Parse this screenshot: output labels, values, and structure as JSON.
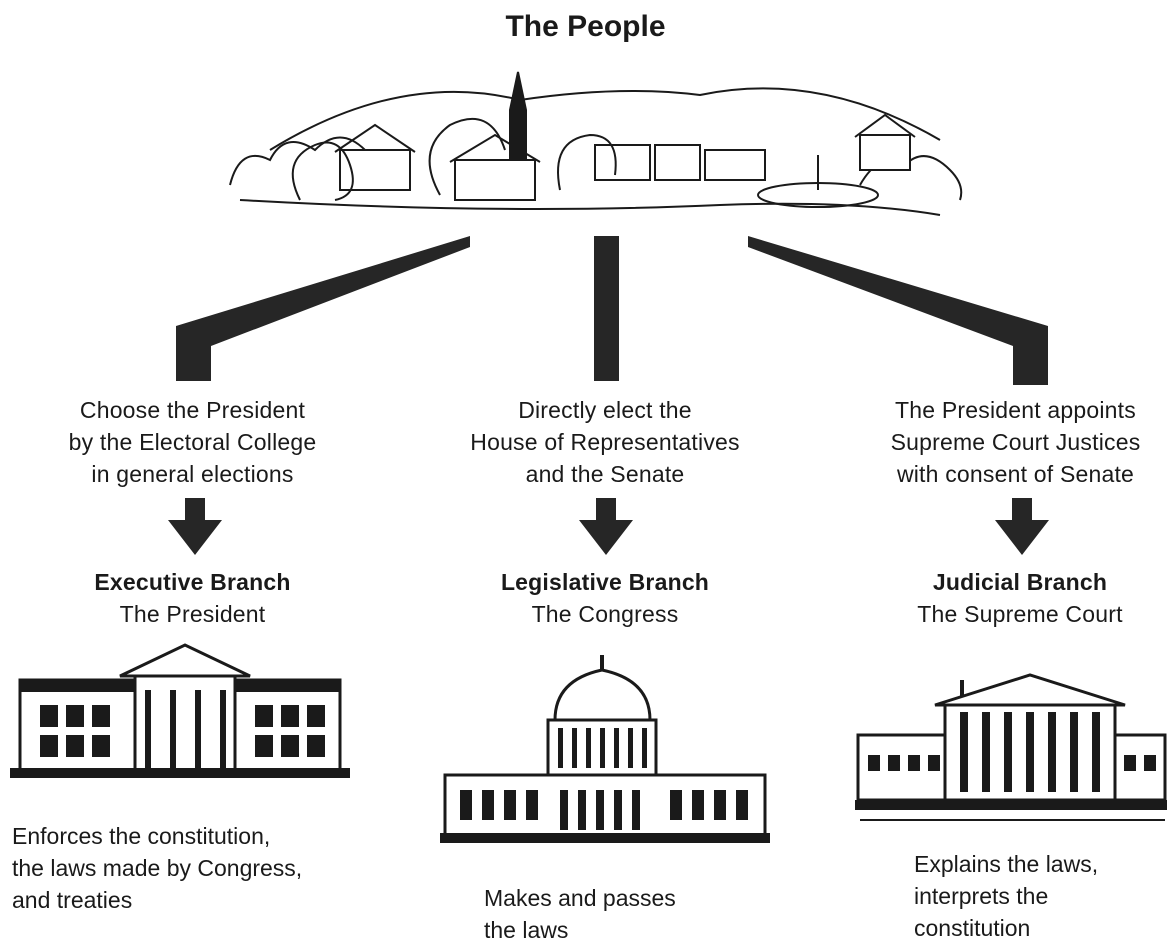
{
  "title": "The People",
  "branches": [
    {
      "selection": [
        "Choose the President",
        "by the Electoral College",
        "in general elections"
      ],
      "name": "Executive Branch",
      "body": "The President",
      "role": [
        "Enforces the constitution,",
        "the laws made by Congress,",
        "and treaties"
      ],
      "icon": "white-house-icon"
    },
    {
      "selection": [
        "Directly elect the",
        "House of Representatives",
        "and the Senate"
      ],
      "name": "Legislative Branch",
      "body": "The Congress",
      "role": [
        "Makes and passes",
        "the laws"
      ],
      "icon": "capitol-icon"
    },
    {
      "selection": [
        "The President appoints",
        "Supreme Court Justices",
        "with consent of Senate"
      ],
      "name": "Judicial Branch",
      "body": "The Supreme Court",
      "role": [
        "Explains the laws,",
        "interprets the",
        "constitution"
      ],
      "icon": "supreme-court-icon"
    }
  ],
  "colors": {
    "ink": "#1a1a1a",
    "bar": "#262626",
    "background": "#ffffff"
  },
  "town_icon": "town-icon"
}
